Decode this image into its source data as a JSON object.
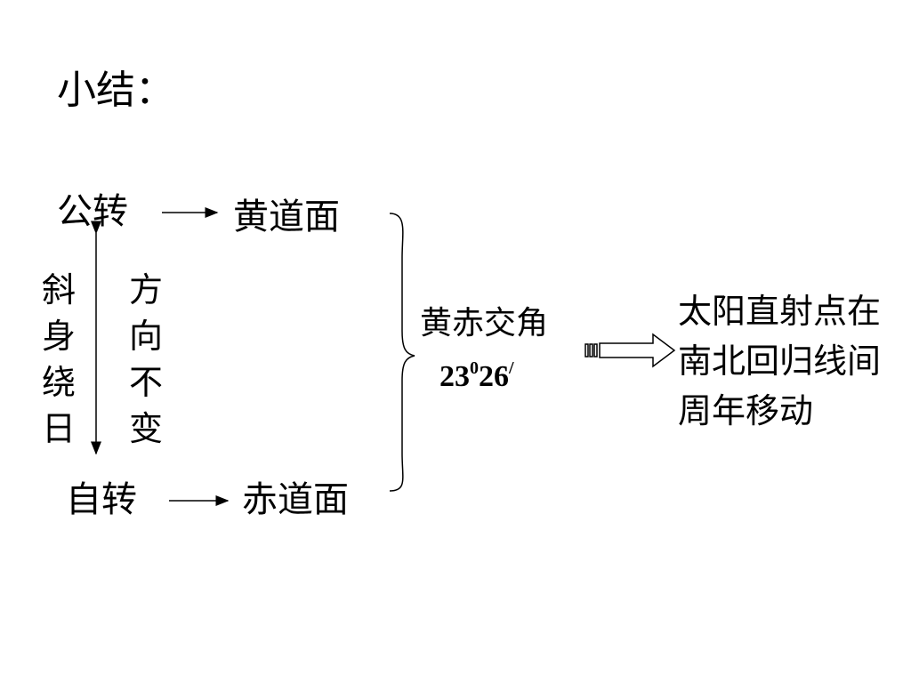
{
  "title": "小结：",
  "left": {
    "revolution": "公转",
    "rotation": "自转",
    "ecliptic_plane": "黄道面",
    "equatorial_plane": "赤道面",
    "tilted_orbit": [
      "斜",
      "身",
      "绕",
      "日"
    ],
    "direction_constant": [
      "方",
      "向",
      "不",
      "变"
    ]
  },
  "middle": {
    "obliquity_label": "黄赤交角",
    "obliquity_value": {
      "deg": "23",
      "deg_mark": "0",
      "min": "26",
      "min_mark": "/"
    }
  },
  "result": "太阳直射点在南北回归线间周年移动"
}
